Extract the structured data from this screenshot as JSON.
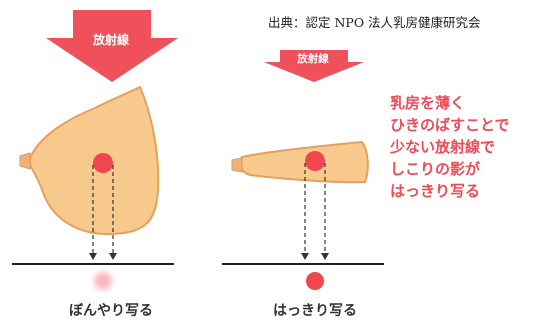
{
  "source": "出典：認定 NPO 法人乳房健康研究会",
  "arrows": {
    "large_label": "放射線",
    "small_label": "放射線"
  },
  "note_lines": [
    "乳房を薄く",
    "ひきのばすことで",
    "少ない放射線で",
    "しこりの影が",
    "はっきり写る"
  ],
  "captions": {
    "left": "ぼんやり写る",
    "right": "はっきり写る"
  },
  "colors": {
    "arrow": "#f0505a",
    "breast_fill": "#f7c98d",
    "breast_edge": "#e7a05a",
    "lump": "#ef4650",
    "lump_blurred": "#f9b8bc",
    "text_accent": "#ef4b57"
  }
}
